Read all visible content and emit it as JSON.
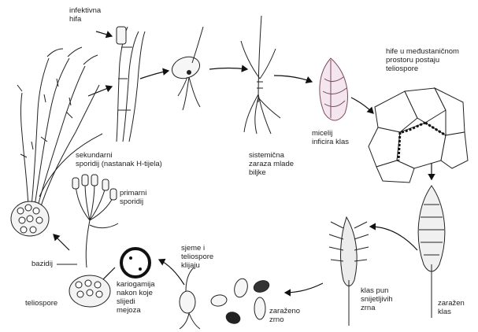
{
  "labels": {
    "infektivna_hifa": "infektivna\nhifa",
    "sekundarni_sporidij": "sekundarni\nsporidij (nastanak H-tijela)",
    "sistemicna_zaraza": "sistemična\nzaraza mlade\nbiljke",
    "micelij": "micelij\ninficira klas",
    "hife_medustanicnom": "hife u međustaničnom\nprostoru postaju\nteliospore",
    "primarni_sporidij": "primarni\nsporidij",
    "bazidij": "bazidij",
    "teliospore": "teliospore",
    "kariogamija": "kariogamija\nnakon koje\nslijedi\nmejoza",
    "sjeme_teliospore": "sjeme i\nteliospore\nklijaju",
    "zarazeno_zrno": "zaraženo\nzrno",
    "klas_pun": "klas pun\nsnijetljivih\nzrna",
    "zarazen_klas": "zaražen\nklas"
  }
}
